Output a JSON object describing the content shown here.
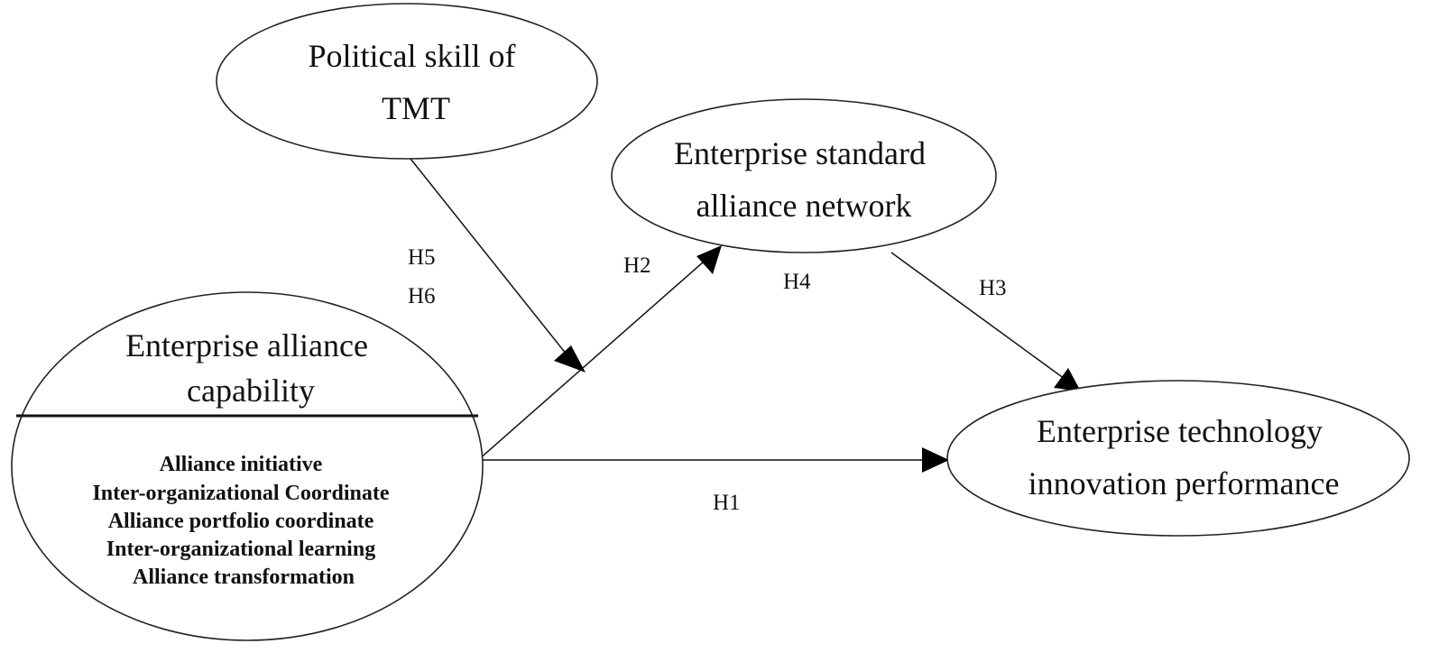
{
  "nodes": {
    "political_skill": {
      "title_lines": [
        "Political skill of",
        "TMT"
      ]
    },
    "standard_alliance_network": {
      "title_lines": [
        "Enterprise standard",
        "alliance network"
      ]
    },
    "alliance_capability": {
      "title_lines": [
        "Enterprise alliance",
        "capability"
      ],
      "dimensions": [
        "Alliance initiative",
        "Inter-organizational Coordinate",
        "Alliance portfolio coordinate",
        "Inter-organizational learning",
        "Alliance transformation"
      ]
    },
    "innovation_performance": {
      "title_lines": [
        "Enterprise technology",
        "innovation performance"
      ]
    }
  },
  "hypotheses": {
    "h1": "H1",
    "h2": "H2",
    "h3": "H3",
    "h4": "H4",
    "h5": "H5",
    "h6": "H6"
  }
}
